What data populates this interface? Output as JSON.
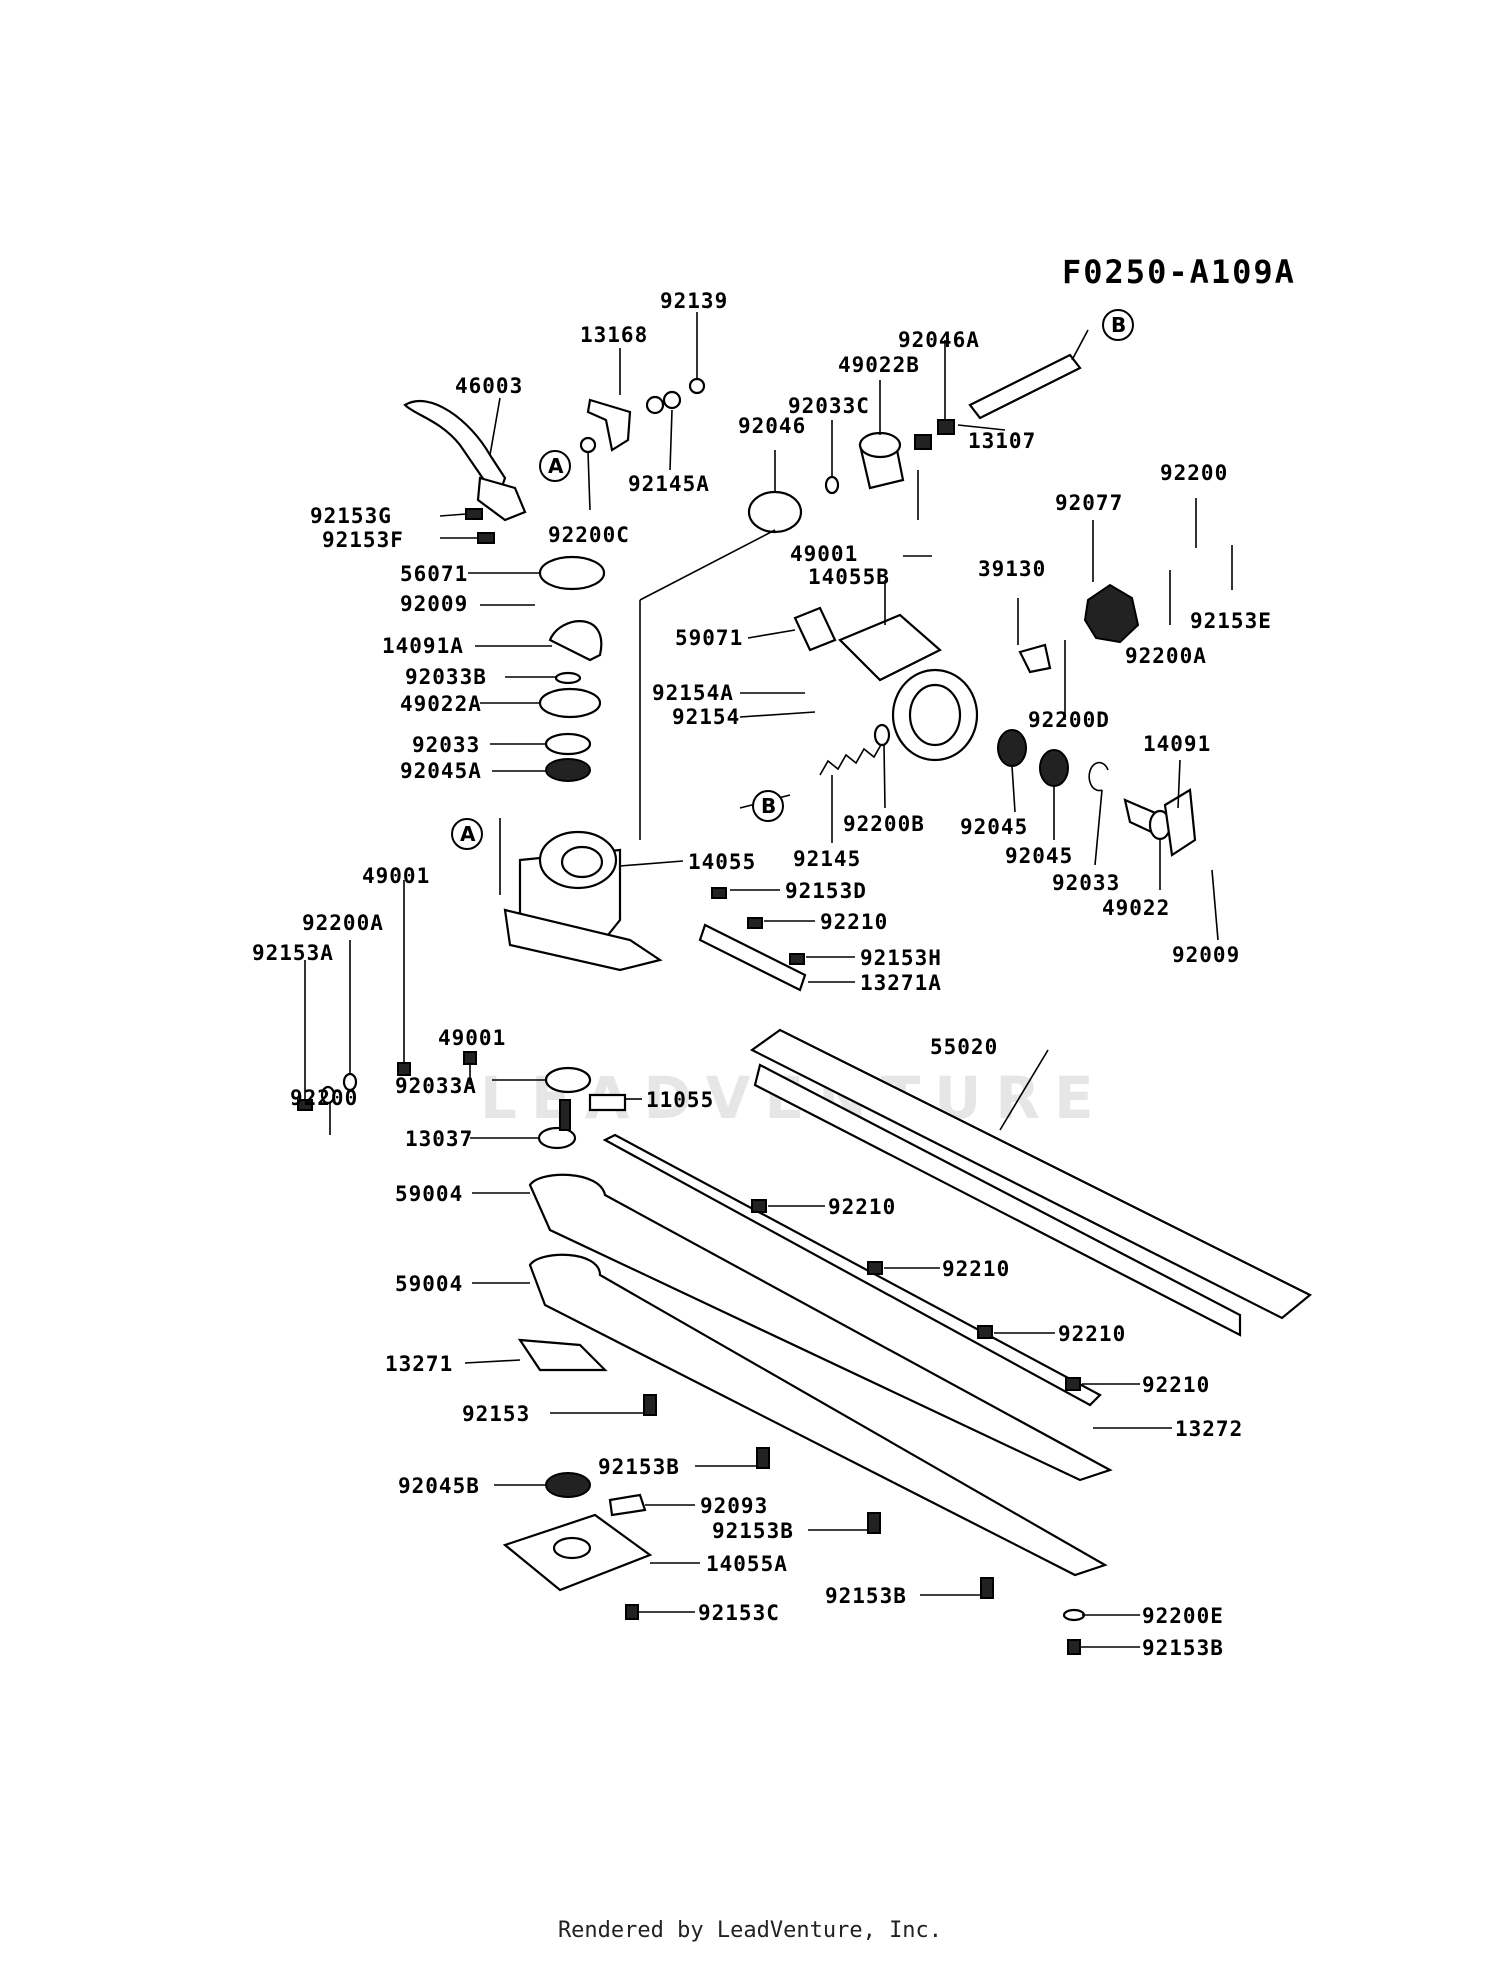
{
  "diagram_id": "F0250-A109A",
  "footer": "Rendered by LeadVenture, Inc.",
  "watermark": "LEADVENTURE",
  "markers": [
    "A",
    "B"
  ],
  "parts": [
    "92139",
    "13168",
    "46003",
    "92145A",
    "92200C",
    "92153G",
    "92153F",
    "92046A",
    "49022B",
    "92033C",
    "92046",
    "13107",
    "92200",
    "92077",
    "92153E",
    "92200A",
    "39130",
    "49001",
    "14055B",
    "59071",
    "92154A",
    "92154",
    "92200D",
    "14091",
    "92045",
    "92033",
    "49022",
    "92009",
    "92145",
    "92200B",
    "56071",
    "14091A",
    "92033B",
    "49022A",
    "92045A",
    "14055",
    "92153D",
    "92210",
    "92153H",
    "13271A",
    "92153A",
    "92033A",
    "11055",
    "55020",
    "13037",
    "59004",
    "13271",
    "92153",
    "92045B",
    "92093",
    "14055A",
    "92153C",
    "92153B",
    "13272",
    "92200E"
  ]
}
